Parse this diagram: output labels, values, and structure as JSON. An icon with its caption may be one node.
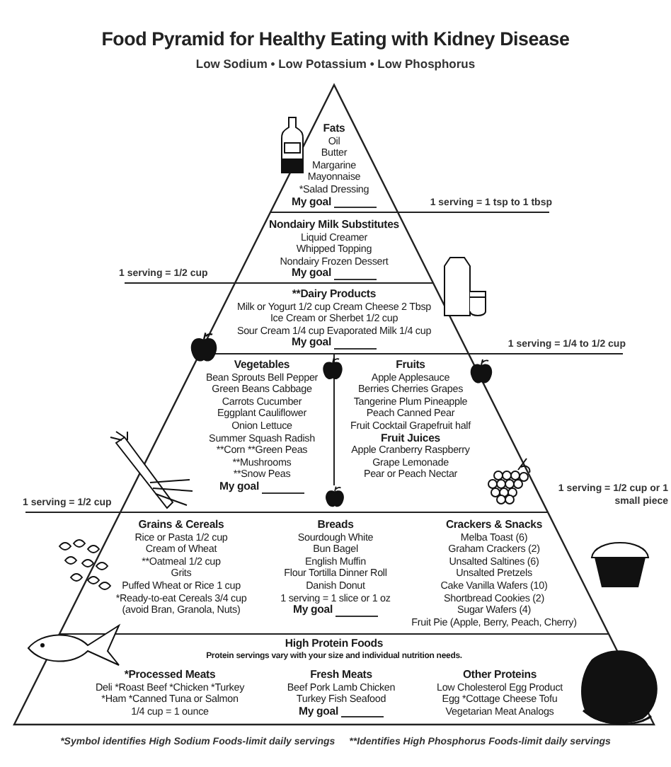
{
  "diagram": {
    "title": "Food Pyramid for Healthy Eating with Kidney Disease",
    "nodes": [
      {
        "text": [
          "Fats",
          "Oil",
          "Butter",
          "Margarine",
          "Mayonnaise",
          "*Salad Dressing",
          "My goal"
        ]
      },
      {
        "text": [
          "Nondairy Milk Substitutes",
          "Liquid Creamer",
          "Whipped Topping",
          "Nondairy Frozen Dessert",
          "My goal"
        ]
      },
      {
        "text": [
          "**Dairy Products",
          "Milk or Yogurt 1/2 cup  Cream Cheese 2 Tbsp",
          "Ice Cream or Sherbet 1/2 cup",
          "Sour Cream 1/4 cup  Evaporated Milk 1/4 cup",
          "My goal"
        ]
      },
      {
        "text": [
          "Vegetables",
          "Bean Sprouts  Bell Pepper",
          "Green Beans  Cabbage",
          "Carrots  Cucumber",
          "Eggplant  Cauliflower",
          "Onion  Lettuce",
          "Summer Squash  Radish",
          "**Corn  **Green Peas",
          "**Mushrooms",
          "**Snow Peas",
          "My goal"
        ]
      },
      {
        "text": [
          "Fruits",
          "Apple  Applesauce",
          "Berries  Cherries  Grapes",
          "Tangerine  Plum  Pineapple",
          "Peach  Canned Pear",
          "Fruit Cocktail  Grapefruit half",
          "Fruit Juices",
          "Apple  Cranberry  Raspberry",
          "Grape  Lemonade",
          "Pear or Peach Nectar"
        ]
      },
      {
        "text": [
          "Grains & Cereals",
          "Rice or Pasta 1/2 cup",
          "Cream of Wheat",
          "**Oatmeal 1/2 cup",
          "Grits",
          "Puffed Wheat or Rice 1 cup",
          "*Ready-to-eat Cereals 3/4 cup",
          "(avoid Bran, Granola, Nuts)"
        ]
      },
      {
        "text": [
          "Breads",
          "Sourdough  White",
          "Bun  Bagel",
          "English Muffin",
          "Flour Tortilla  Dinner Roll",
          "Danish  Donut",
          "1 serving = 1 slice or 1 oz",
          "My goal"
        ]
      },
      {
        "text": [
          "Crackers & Snacks",
          "Melba Toast (6)",
          "Graham Crackers (2)",
          "Unsalted Saltines (6)",
          "Unsalted Pretzels",
          "Cake  Vanilla Wafers (10)",
          "Shortbread Cookies (2)",
          "Sugar Wafers (4)",
          "Fruit Pie (Apple, Berry, Peach, Cherry)"
        ]
      },
      {
        "text": [
          "High Protein Foods",
          "Protein servings vary with your size and individual nutrition needs."
        ]
      },
      {
        "text": [
          "*Processed Meats",
          "Deli *Roast Beef  *Chicken  *Turkey",
          "*Ham  *Canned Tuna or Salmon",
          "1/4 cup = 1 ounce"
        ],
        "in": 8
      },
      {
        "text": [
          "Fresh Meats",
          "Beef  Pork  Lamb  Chicken",
          "Turkey  Fish  Seafood",
          "My goal"
        ],
        "in": 8
      },
      {
        "text": [
          "Other Proteins",
          "Low Cholesterol Egg Product",
          "Egg  *Cottage Cheese  Tofu",
          "Vegetarian Meat Analogs"
        ],
        "in": 8
      }
    ],
    "labels": [
      "Low Sodium • Low Potassium • Low Phosphorus",
      "1 serving = 1 tsp to 1 tbsp",
      "1 serving = 1/2 cup",
      "1 serving = 1/4 to 1/2 cup",
      "1 serving = 1/2 cup or 1 small piece",
      "1 serving = 1/2 cup",
      "*Symbol identifies High Sodium Foods-limit daily servings",
      "**Identifies High Phosphorus Foods-limit daily servings"
    ]
  }
}
